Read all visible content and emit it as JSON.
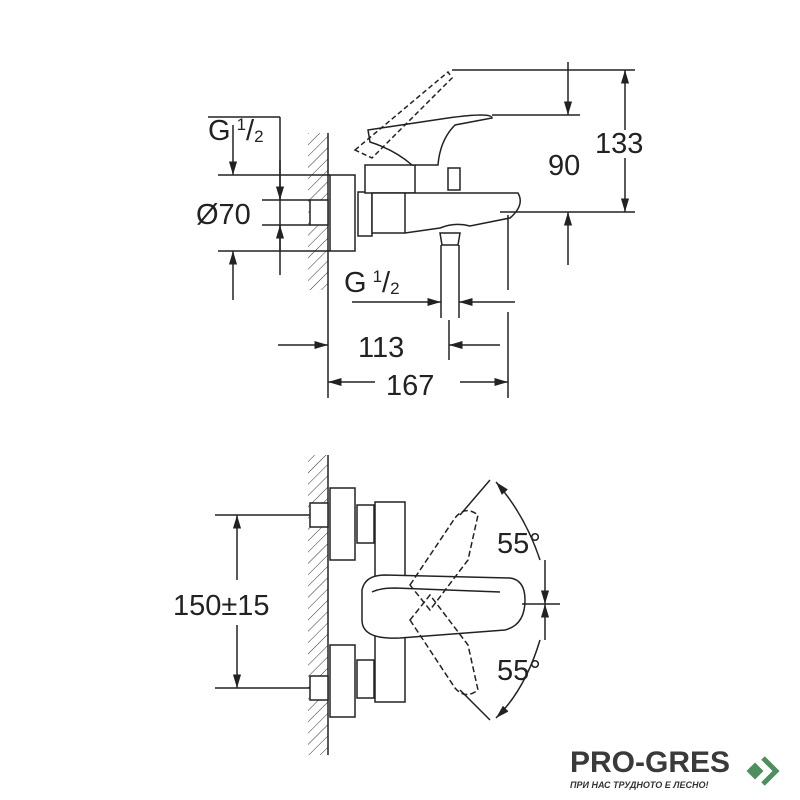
{
  "side_view": {
    "thread_inlet": {
      "base": "G",
      "num": "1",
      "den": "2"
    },
    "escutcheon_diameter": "Ø70",
    "spout_height": "90",
    "total_height": "133",
    "thread_outlet": {
      "base": "G",
      "num": "1",
      "den": "2"
    },
    "outlet_distance": "113",
    "projection": "167"
  },
  "top_view": {
    "centers": "150±15",
    "angle_upper": "55°",
    "angle_lower": "55°"
  },
  "logo": {
    "name": "PRO-GRES",
    "tagline": "ПРИ НАС ТРУДНОТО Е ЛЕСНО!",
    "color_dark": "#3a3a3a",
    "color_green": "#4f8f5f"
  }
}
